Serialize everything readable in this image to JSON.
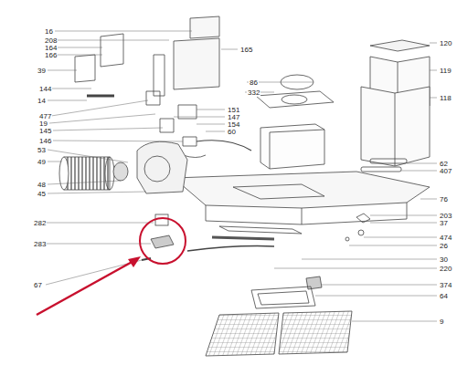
{
  "diagram": {
    "labels": [
      "16",
      "208",
      "164",
      "166",
      "39",
      "144",
      "14",
      "477",
      "19",
      "145",
      "146",
      "53",
      "49",
      "48",
      "45",
      "282",
      "283",
      "67",
      "165",
      "86",
      "332",
      "151",
      "147",
      "154",
      "60",
      "120",
      "119",
      "118",
      "62",
      "407",
      "76",
      "203",
      "37",
      "474",
      "26",
      "30",
      "220",
      "374",
      "64",
      "9"
    ]
  }
}
